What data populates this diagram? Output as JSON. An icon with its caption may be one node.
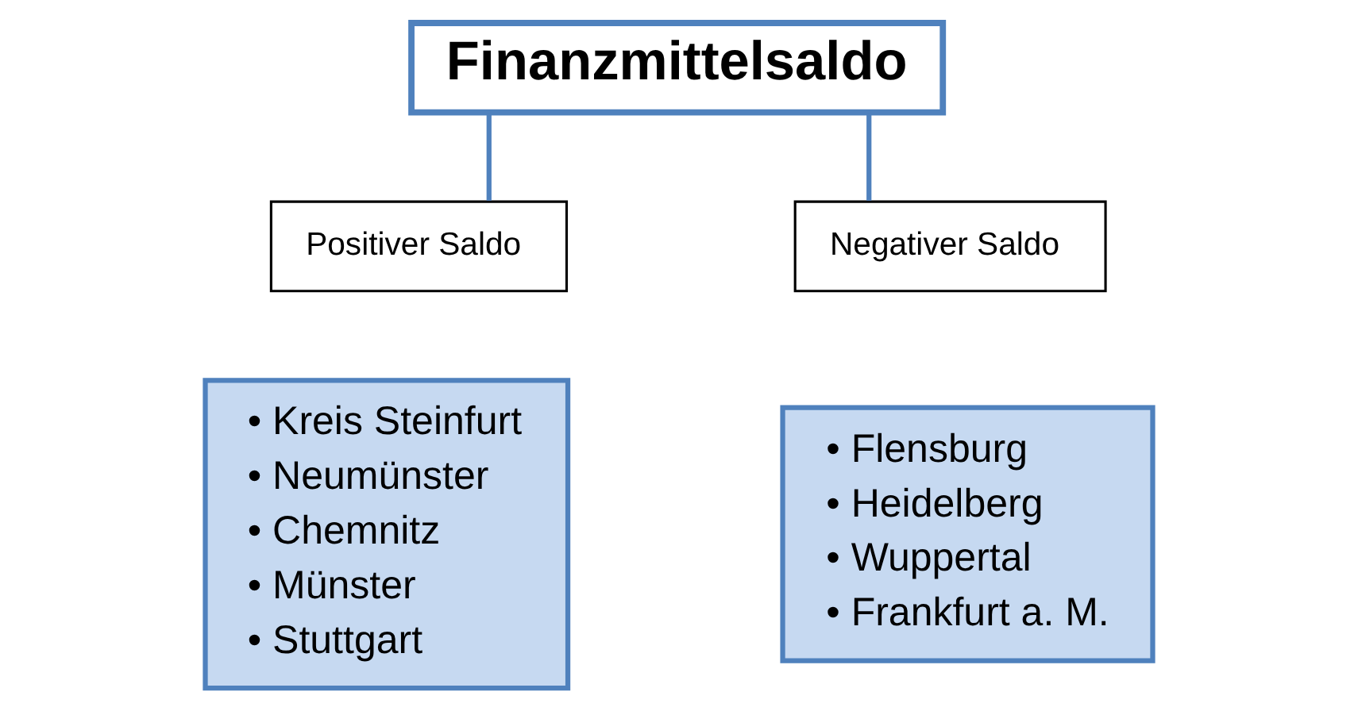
{
  "diagram": {
    "nodes": [
      {
        "text": [
          "Finanzmittelsaldo"
        ]
      },
      {
        "text": [
          "Positiver Saldo"
        ]
      },
      {
        "text": [
          "Negativer Saldo"
        ]
      },
      {
        "text": [
          "• Kreis Steinfurt",
          "• Neumünster",
          "• Chemnitz",
          "• Münster",
          "• Stuttgart"
        ]
      },
      {
        "text": [
          "• Flensburg",
          "• Heidelberg",
          "• Wuppertal",
          "• Frankfurt a. M."
        ]
      }
    ],
    "edges": [
      {
        "from": 0,
        "to": 1,
        "arrow": "none"
      },
      {
        "from": 0,
        "to": 2,
        "arrow": "none"
      }
    ]
  }
}
